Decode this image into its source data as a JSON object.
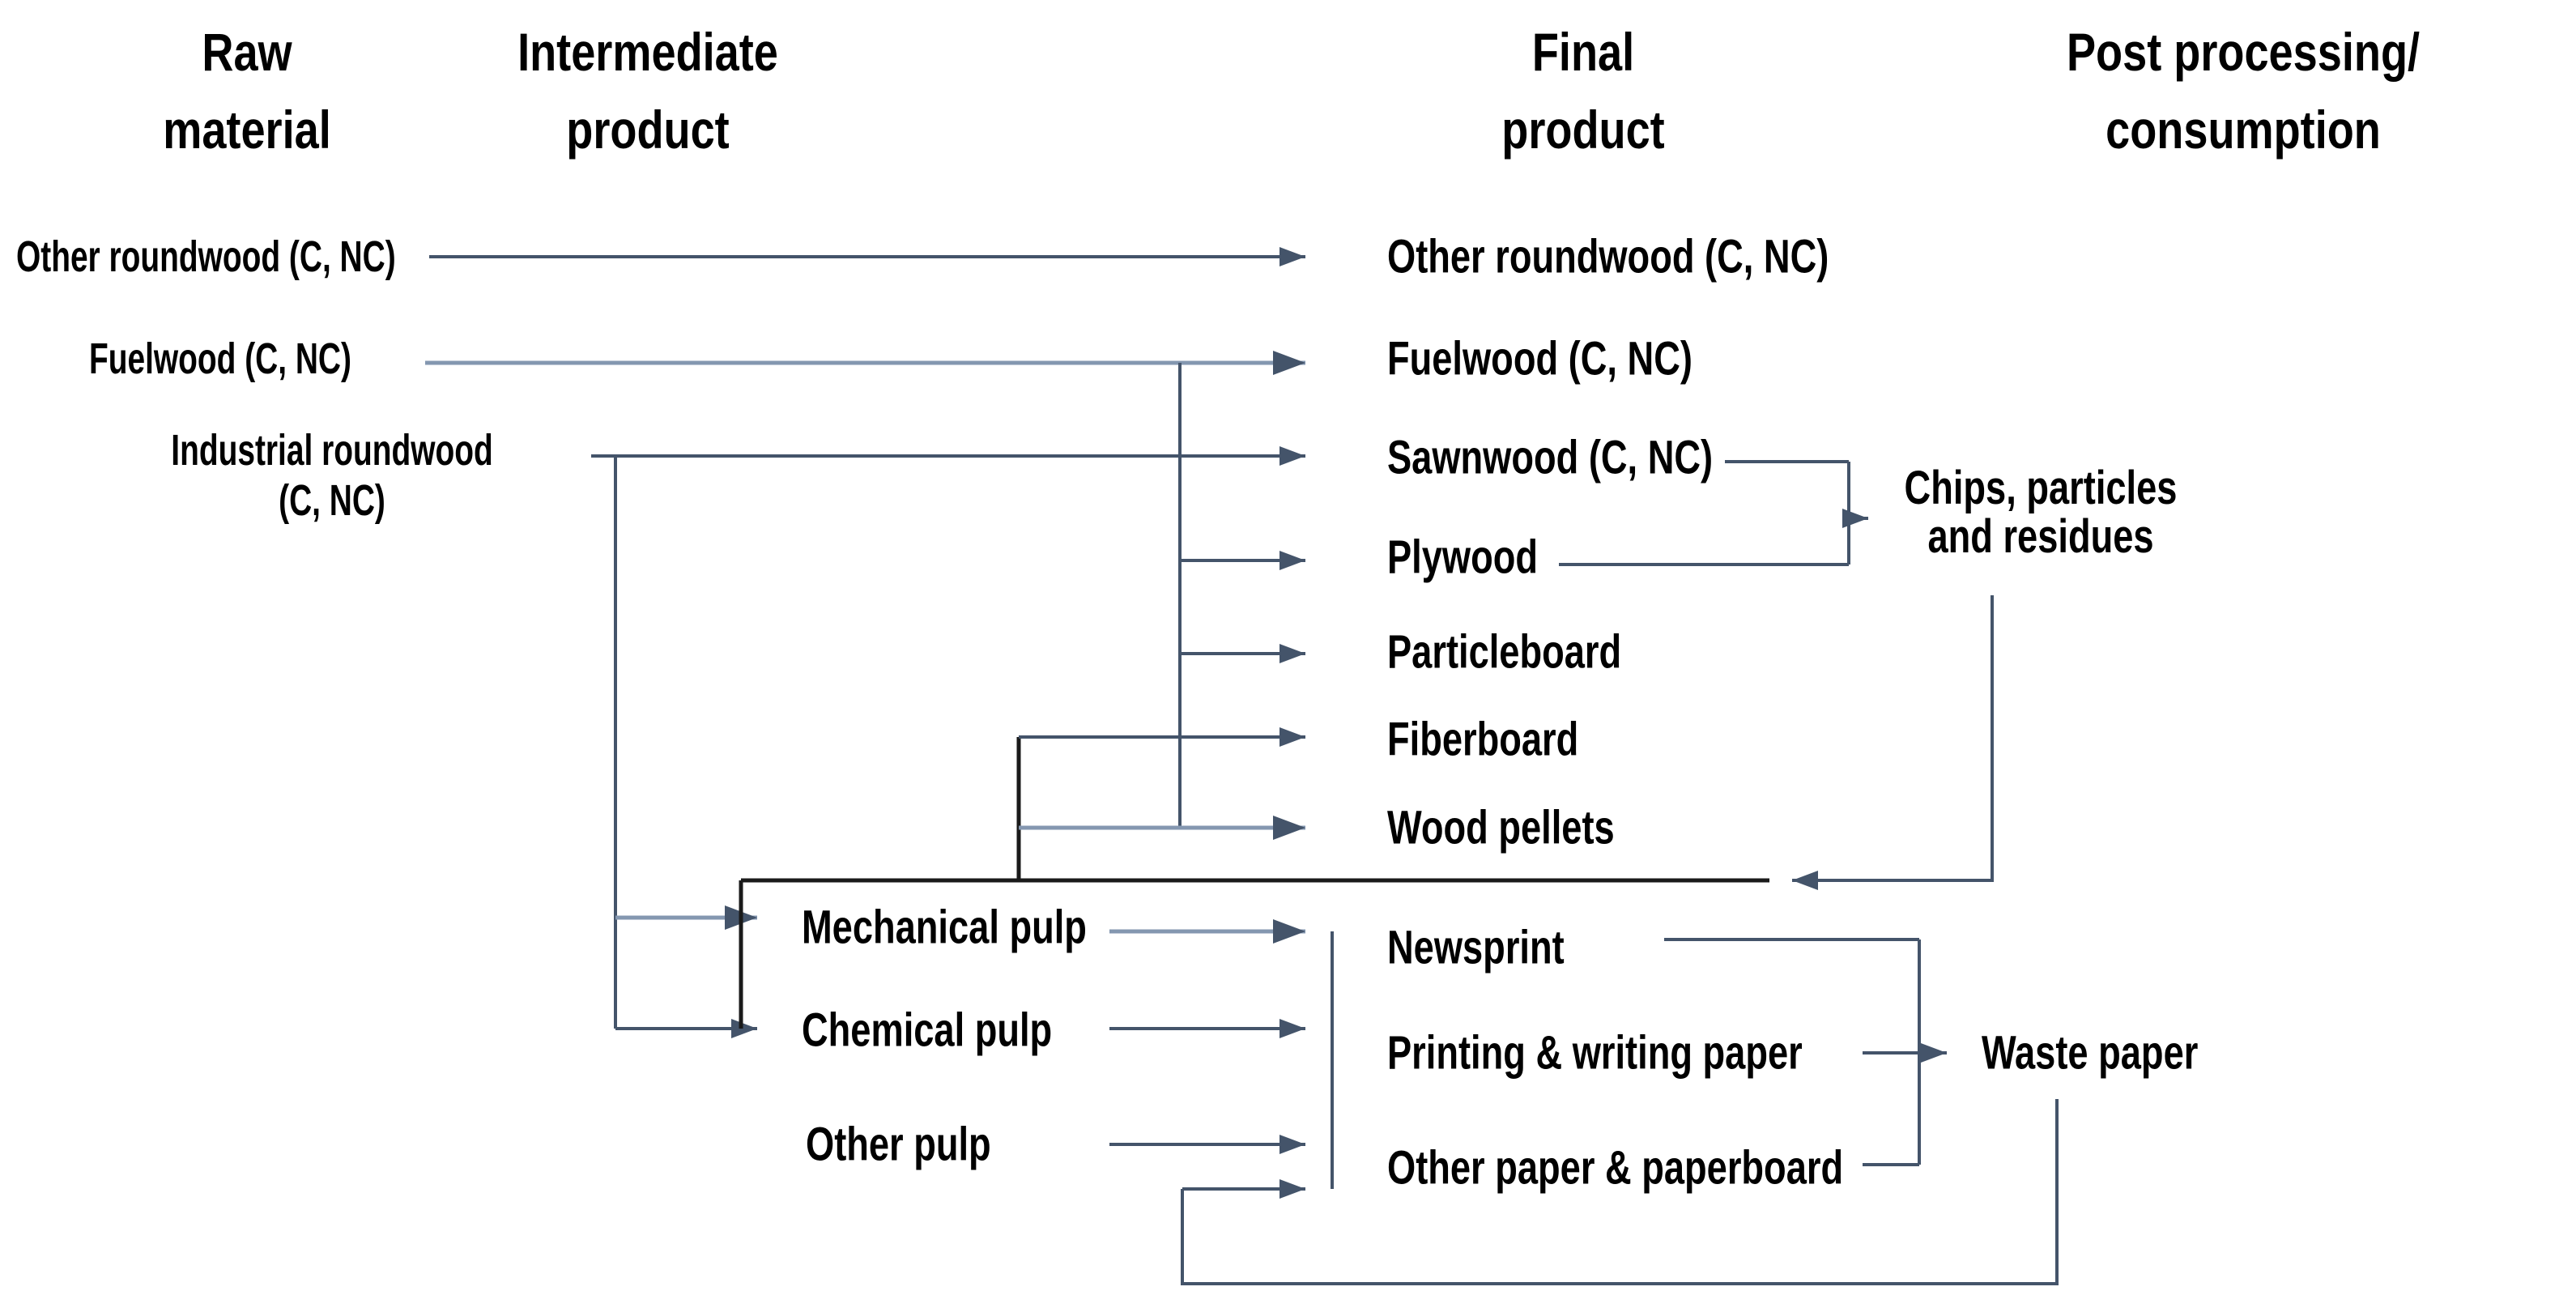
{
  "columns": [
    {
      "line1": "Raw",
      "line2": "material"
    },
    {
      "line1": "Intermediate",
      "line2": "product"
    },
    {
      "line1": "Final",
      "line2": "product"
    },
    {
      "line1": "Post processing/",
      "line2": "consumption"
    }
  ],
  "nodes": {
    "raw": [
      "Other roundwood (C, NC)",
      "Fuelwood (C, NC)"
    ],
    "raw_industrial": {
      "line1": "Industrial roundwood",
      "line2": "(C, NC)"
    },
    "intermediate": [
      "Mechanical pulp",
      "Chemical pulp",
      "Other pulp"
    ],
    "final": [
      "Other roundwood (C, NC)",
      "Fuelwood (C, NC)",
      "Sawnwood (C, NC)",
      "Plywood",
      "Particleboard",
      "Fiberboard",
      "Wood pellets",
      "Newsprint",
      "Printing & writing paper",
      "Other paper & paperboard"
    ],
    "post": {
      "chips": {
        "line1": "Chips, particles",
        "line2": "and residues"
      },
      "waste": "Waste paper"
    }
  },
  "edges": [
    {
      "from": "Other roundwood (C, NC) [raw]",
      "to": "Other roundwood (C, NC) [final]"
    },
    {
      "from": "Fuelwood (C, NC) [raw]",
      "to": "Fuelwood (C, NC) [final]"
    },
    {
      "from": "Fuelwood (C, NC) [raw]",
      "to": "Plywood"
    },
    {
      "from": "Fuelwood (C, NC) [raw]",
      "to": "Particleboard"
    },
    {
      "from": "Industrial roundwood (C, NC)",
      "to": "Sawnwood (C, NC)"
    },
    {
      "from": "Industrial roundwood (C, NC)",
      "to": "Mechanical pulp"
    },
    {
      "from": "Industrial roundwood (C, NC)",
      "to": "Chemical pulp"
    },
    {
      "from": "Sawnwood (C, NC)",
      "to": "Chips, particles and residues"
    },
    {
      "from": "Plywood",
      "to": "Chips, particles and residues"
    },
    {
      "from": "Chips, particles and residues",
      "to": "Fiberboard"
    },
    {
      "from": "Chips, particles and residues",
      "to": "Wood pellets"
    },
    {
      "from": "Chips, particles and residues",
      "to": "Chemical pulp"
    },
    {
      "from": "Mechanical pulp",
      "to": "Newsprint / Printing & writing paper / Other paper & paperboard"
    },
    {
      "from": "Chemical pulp",
      "to": "Newsprint / Printing & writing paper / Other paper & paperboard"
    },
    {
      "from": "Other pulp",
      "to": "Newsprint / Printing & writing paper / Other paper & paperboard"
    },
    {
      "from": "Newsprint",
      "to": "Waste paper"
    },
    {
      "from": "Printing & writing paper",
      "to": "Waste paper"
    },
    {
      "from": "Other paper & paperboard",
      "to": "Waste paper"
    },
    {
      "from": "Waste paper",
      "to": "Paper production (recycling loop)"
    }
  ],
  "colors": {
    "background": "#FFFFFF",
    "text": "#000000",
    "connector_dark": "#44546A",
    "connector_light": "#8497B0",
    "connector_black": "#1A1A1A"
  }
}
